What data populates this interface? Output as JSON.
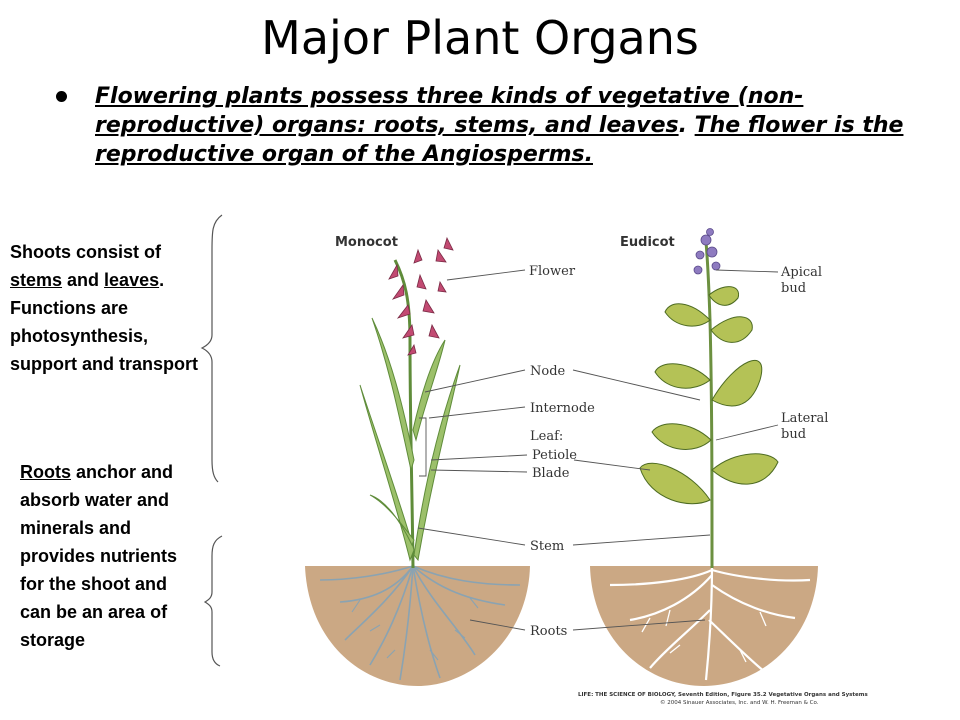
{
  "title": "Major Plant Organs",
  "bullet": {
    "part1": "Flowering plants possess three kinds of vegetative (non-reproductive) organs: roots, stems, and leaves",
    "sep": ". ",
    "part2": "The flower is the reproductive organ of the Angiosperms."
  },
  "shoot_note": {
    "t1": "Shoots consist of ",
    "u1": "stems",
    "t2": " and ",
    "u2": "leaves",
    "t3": ". Functions are photosynthesis, support and transport"
  },
  "root_note": {
    "u1": "Roots",
    "t1": " anchor and absorb water and minerals and provides nutrients for the shoot and can be an area of storage"
  },
  "diagram": {
    "monocot_label": "Monocot",
    "eudicot_label": "Eudicot",
    "labels": {
      "flower": "Flower",
      "node": "Node",
      "internode": "Internode",
      "leaf": "Leaf:",
      "petiole": "Petiole",
      "blade": "Blade",
      "stem": "Stem",
      "roots": "Roots",
      "apical_line1": "Apical",
      "apical_line2": "bud",
      "lateral_line1": "Lateral",
      "lateral_line2": "bud"
    },
    "credit_line1": "LIFE: THE SCIENCE OF BIOLOGY, Seventh Edition, Figure 35.2 Vegetative Organs and Systems",
    "credit_line2": "© 2004 Sinauer Associates, Inc. and W. H. Freeman & Co."
  },
  "colors": {
    "soil": "#cba884",
    "monocot_leaf": "#9cc06a",
    "eudicot_leaf": "#b4c256",
    "root_line": "#8aa3b2",
    "flower_petal": "#c24a72",
    "eudicot_flower": "#8e7bc0"
  }
}
